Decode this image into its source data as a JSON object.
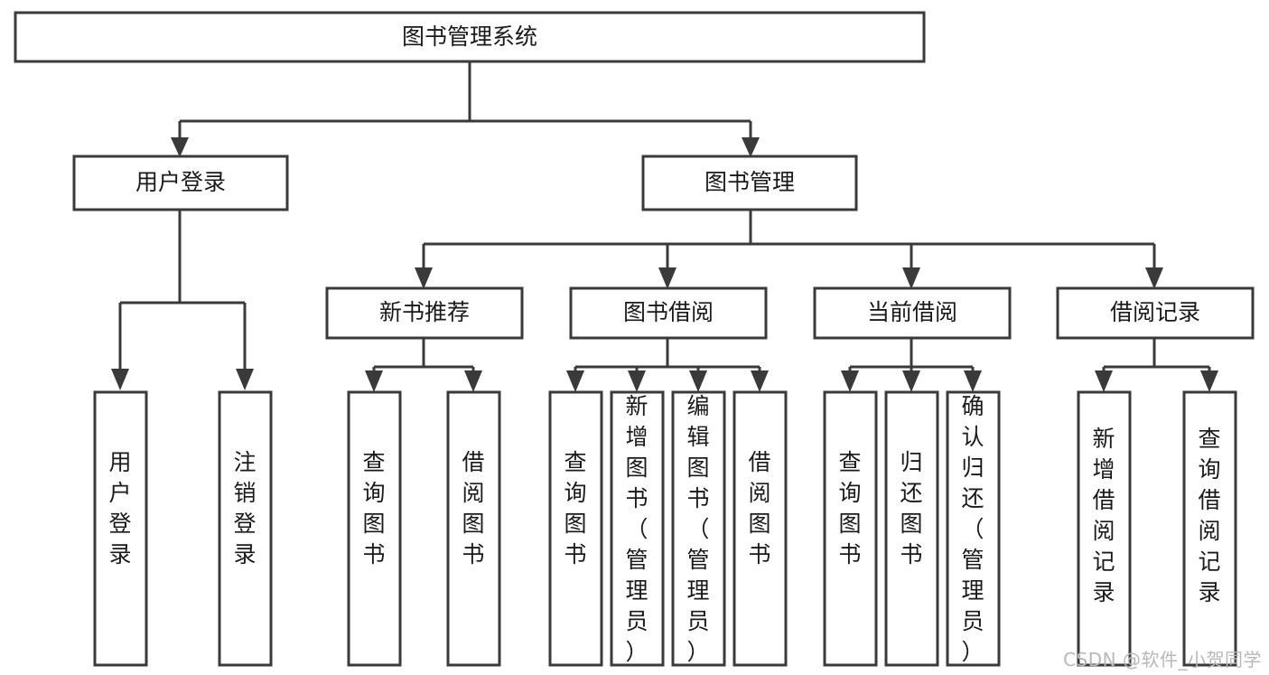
{
  "diagram": {
    "title": "图书管理系统",
    "type": "tree",
    "watermark": "CSDN @软件_小贺同学",
    "colors": {
      "stroke": "#3a3a3a",
      "fill": "#ffffff",
      "text": "#1a1a1a",
      "watermark": "#b8b8b8",
      "background": "#ffffff"
    },
    "levels": {
      "root": {
        "label": "图书管理系统"
      },
      "level2": [
        {
          "label": "用户登录"
        },
        {
          "label": "图书管理"
        }
      ],
      "level3": [
        {
          "label": "新书推荐"
        },
        {
          "label": "图书借阅"
        },
        {
          "label": "当前借阅"
        },
        {
          "label": "借阅记录"
        }
      ],
      "leaves_user_login": [
        {
          "label": "用户登录"
        },
        {
          "label": "注销登录"
        }
      ],
      "leaves_new_book": [
        {
          "label": "查询图书"
        },
        {
          "label": "借阅图书"
        }
      ],
      "leaves_borrow": [
        {
          "label": "查询图书"
        },
        {
          "label": "新增图书（管理员）"
        },
        {
          "label": "编辑图书（管理员）"
        },
        {
          "label": "借阅图书"
        }
      ],
      "leaves_current": [
        {
          "label": "查询图书"
        },
        {
          "label": "归还图书"
        },
        {
          "label": "确认归还（管理员）"
        }
      ],
      "leaves_record": [
        {
          "label": "新增借阅记录"
        },
        {
          "label": "查询借阅记录"
        }
      ]
    }
  },
  "chart_data": {
    "type": "table",
    "title": "图书管理系统 功能结构树",
    "nodes": [
      {
        "id": "root",
        "label": "图书管理系统",
        "level": 1,
        "parent": null
      },
      {
        "id": "u",
        "label": "用户登录",
        "level": 2,
        "parent": "root"
      },
      {
        "id": "b",
        "label": "图书管理",
        "level": 2,
        "parent": "root"
      },
      {
        "id": "b1",
        "label": "新书推荐",
        "level": 3,
        "parent": "b"
      },
      {
        "id": "b2",
        "label": "图书借阅",
        "level": 3,
        "parent": "b"
      },
      {
        "id": "b3",
        "label": "当前借阅",
        "level": 3,
        "parent": "b"
      },
      {
        "id": "b4",
        "label": "借阅记录",
        "level": 3,
        "parent": "b"
      },
      {
        "id": "u1",
        "label": "用户登录",
        "level": 4,
        "parent": "u"
      },
      {
        "id": "u2",
        "label": "注销登录",
        "level": 4,
        "parent": "u"
      },
      {
        "id": "b1a",
        "label": "查询图书",
        "level": 4,
        "parent": "b1"
      },
      {
        "id": "b1b",
        "label": "借阅图书",
        "level": 4,
        "parent": "b1"
      },
      {
        "id": "b2a",
        "label": "查询图书",
        "level": 4,
        "parent": "b2"
      },
      {
        "id": "b2b",
        "label": "新增图书（管理员）",
        "level": 4,
        "parent": "b2"
      },
      {
        "id": "b2c",
        "label": "编辑图书（管理员）",
        "level": 4,
        "parent": "b2"
      },
      {
        "id": "b2d",
        "label": "借阅图书",
        "level": 4,
        "parent": "b2"
      },
      {
        "id": "b3a",
        "label": "查询图书",
        "level": 4,
        "parent": "b3"
      },
      {
        "id": "b3b",
        "label": "归还图书",
        "level": 4,
        "parent": "b3"
      },
      {
        "id": "b3c",
        "label": "确认归还（管理员）",
        "level": 4,
        "parent": "b3"
      },
      {
        "id": "b4a",
        "label": "新增借阅记录",
        "level": 4,
        "parent": "b4"
      },
      {
        "id": "b4b",
        "label": "查询借阅记录",
        "level": 4,
        "parent": "b4"
      }
    ]
  }
}
